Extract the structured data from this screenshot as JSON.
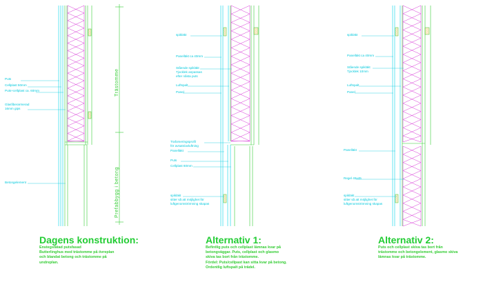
{
  "colors": {
    "background": "#ffffff",
    "wall_lines": "#00d2e6",
    "insulation": "#d633d6",
    "timber": "#33cc33",
    "captions": "#22cc33",
    "labels": "#00c8dc",
    "hatch": "#e0a000"
  },
  "vertical_labels": {
    "upper": "Trästomme",
    "lower": "Prefabbygg i betong"
  },
  "sections": [
    {
      "labels": [
        "Puts",
        "Cellplast 50mm",
        "Puts+cellplast ca. 60mm",
        "Glasfiberarmerad",
        "16mm gips",
        "Betongelement"
      ],
      "title": "Dagens konstruktion:",
      "text": [
        "Enstegstätad putsfasad",
        "Butterlinghus med trästomme på övreplan",
        "och blandat betong och trästomme på",
        "undreplan."
      ]
    },
    {
      "labels": [
        "spikläkt",
        "Panelläkt ca 40mm",
        "Stående spikläkt",
        "Tjocklek anpassas",
        "efter nåsta puts",
        "Luftspalt",
        "Panel",
        "Trafomeringsprofil",
        "för avsats/avluftning",
        "Panelläkt",
        "Puts",
        "Cellplast 60mm",
        "spikläkt",
        "sitter så att möjlighet för",
        "luftgenomströmning skapas"
      ],
      "title": "Alternativ 1:",
      "text": [
        "Befintlig puts och cellplast lämnas kvar på",
        "betongväggar. Puts, cellplast och glasmo",
        "skiva tas bort från trästomme.",
        "Fördel: Puts/cellpast kan sitta kvar på betong.",
        "Ordentlig luftspalt på trädel."
      ]
    },
    {
      "labels": [
        "spikläkt",
        "Panelläkt ca 40mm",
        "Stående spikläkt",
        "Tjocklek 10mm",
        "Luftspalt",
        "Panel",
        "Panelläkt",
        "Regel 45x45",
        "spikläkt",
        "sitter så att möjlighet för",
        "luftgenomströmning skapas"
      ],
      "title": "Alternativ 2:",
      "text": [
        "Puts och cellplast skiva tas bort från",
        "trästomme och betongelement, glasmo skiva",
        "lämnas kvar på trästomme."
      ]
    }
  ]
}
